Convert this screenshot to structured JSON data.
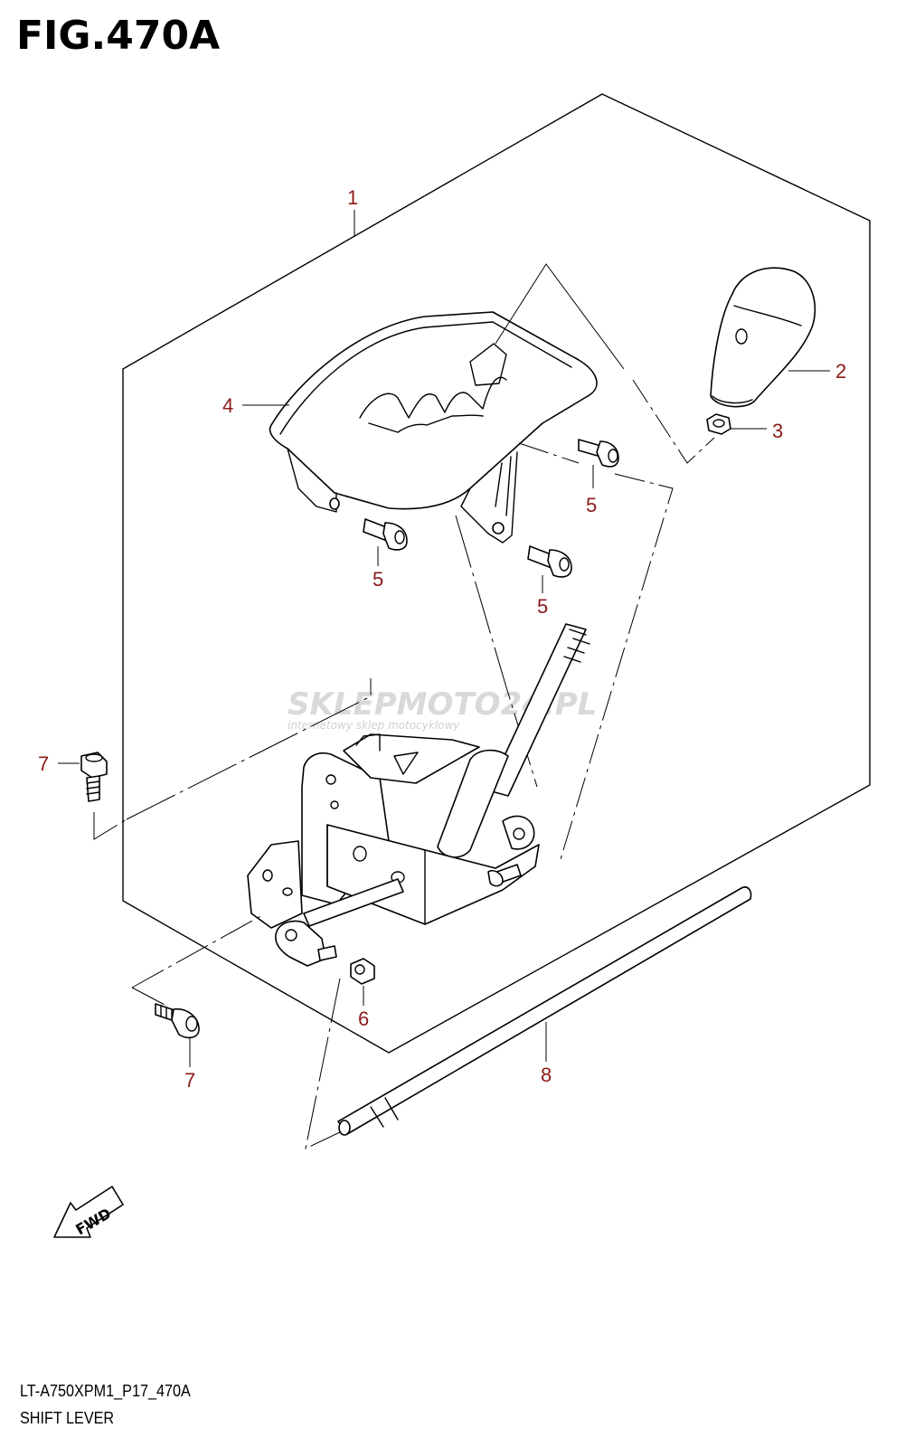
{
  "figure": {
    "title": "FIG.470A"
  },
  "footer": {
    "code": "LT-A750XPM1_P17_470A",
    "name": "SHIFT LEVER"
  },
  "callouts": [
    {
      "number": "1"
    },
    {
      "number": "2"
    },
    {
      "number": "3"
    },
    {
      "number": "4"
    },
    {
      "number": "5"
    },
    {
      "number": "5"
    },
    {
      "number": "5"
    },
    {
      "number": "6"
    },
    {
      "number": "7"
    },
    {
      "number": "7"
    },
    {
      "number": "8"
    }
  ],
  "fwd_label": "FWD",
  "watermark": {
    "brand": "SKLEPMOTO24.PL",
    "tagline": "internetowy sklep motocyklowy"
  }
}
